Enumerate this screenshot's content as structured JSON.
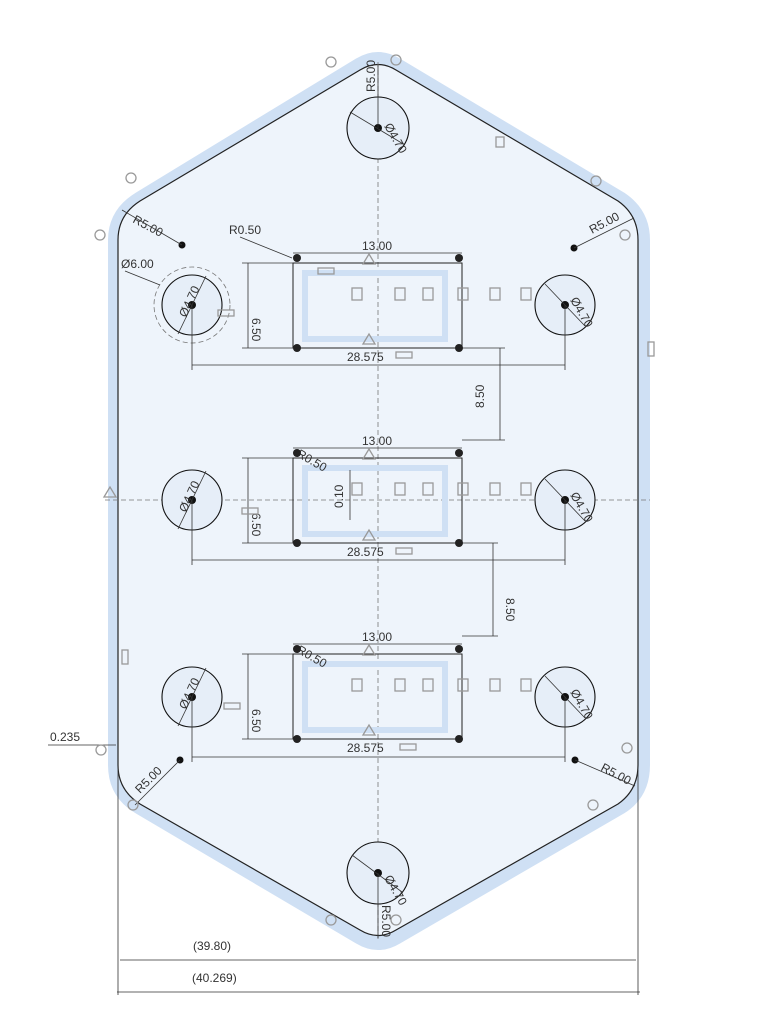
{
  "colors": {
    "sketch_fill": "#eef4fb",
    "halo": "#cfe0f4",
    "line": "#222222",
    "constraint": "#999999"
  },
  "sketch": {
    "outline_radii": [
      "R5.00",
      "R5.00",
      "R5.00",
      "R5.00",
      "R5.00",
      "R5.00"
    ],
    "top_hole_dia": "Ø4.70",
    "bottom_hole_dia": "Ø4.70",
    "rows": [
      {
        "width": "13.00",
        "height": "6.50",
        "spacing": "28.575",
        "left_dia": "Ø4.70",
        "right_dia": "Ø4.70",
        "corner_radius": "R0.50",
        "outer_dia": "Ø6.00"
      },
      {
        "width": "13.00",
        "height": "6.50",
        "spacing": "28.575",
        "left_dia": "Ø4.70",
        "right_dia": "Ø4.70",
        "corner_radius": "R0.50",
        "offset": "0.10"
      },
      {
        "width": "13.00",
        "height": "6.50",
        "spacing": "28.575",
        "left_dia": "Ø4.70",
        "right_dia": "Ø4.70",
        "corner_radius": "R0.50"
      }
    ],
    "row_gap_1": "8.50",
    "row_gap_2": "8.50",
    "edge_offset": "0.235",
    "inner_width": "(39.80)",
    "outer_width": "(40.269)"
  }
}
